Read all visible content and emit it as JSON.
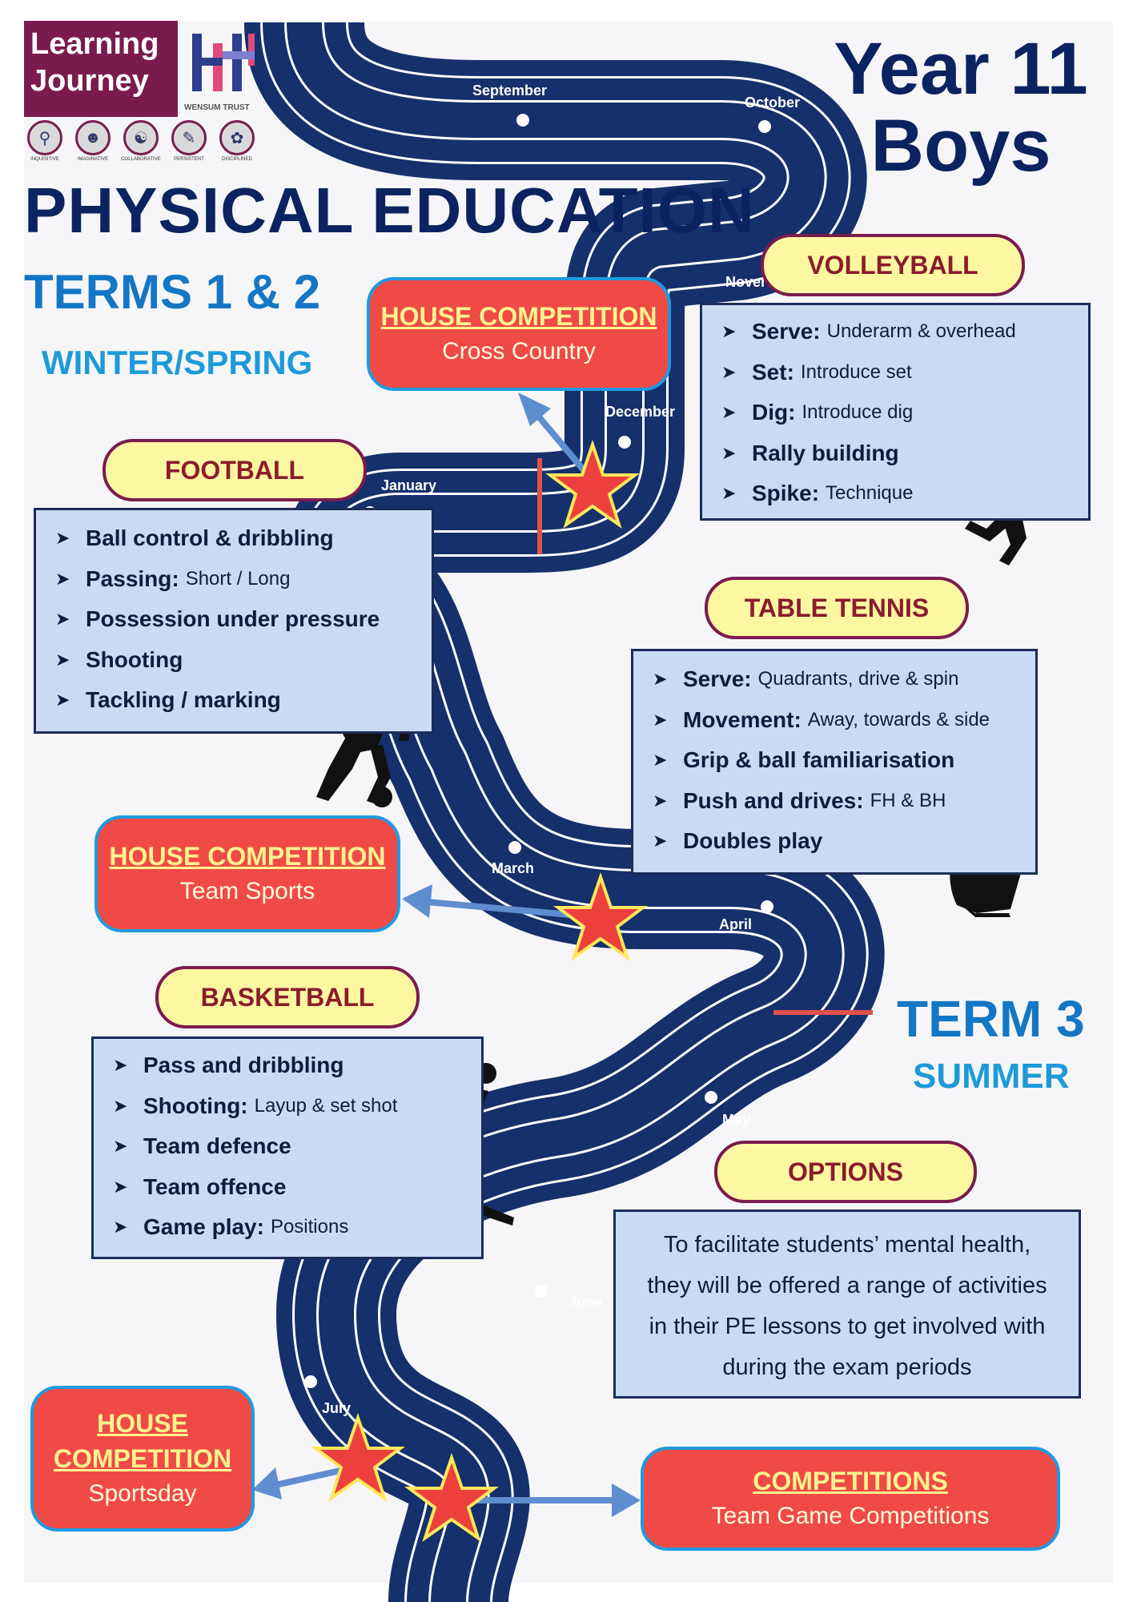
{
  "logo": {
    "line1": "Learning",
    "line2": "Journey",
    "trust": "WENSUM TRUST"
  },
  "values": [
    {
      "label": "INQUISITIVE",
      "icon": "magnifier-icon"
    },
    {
      "label": "IMAGINATIVE",
      "icon": "head-icon"
    },
    {
      "label": "COLLABORATIVE",
      "icon": "people-icon"
    },
    {
      "label": "PERSISTENT",
      "icon": "pencil-icon"
    },
    {
      "label": "DISCIPLINED",
      "icon": "brain-icon"
    }
  ],
  "header": {
    "year": "Year 11",
    "group": "Boys",
    "subject": "PHYSICAL EDUCATION",
    "terms": "TERMS 1 & 2",
    "season": "WINTER/SPRING"
  },
  "term3": {
    "title": "TERM 3",
    "season": "SUMMER"
  },
  "months": [
    "September",
    "October",
    "November",
    "December",
    "January",
    "March",
    "April",
    "May",
    "June",
    "July"
  ],
  "volleyball": {
    "title": "VOLLEYBALL",
    "items": [
      {
        "bold": "Serve:",
        "detail": "Underarm & overhead"
      },
      {
        "bold": "Set:",
        "detail": "Introduce set"
      },
      {
        "bold": "Dig:",
        "detail": "Introduce dig"
      },
      {
        "bold": "Rally building",
        "detail": ""
      },
      {
        "bold": "Spike:",
        "detail": "Technique"
      }
    ]
  },
  "football": {
    "title": "FOOTBALL",
    "items": [
      {
        "bold": "Ball control & dribbling",
        "detail": ""
      },
      {
        "bold": "Passing:",
        "detail": "Short / Long"
      },
      {
        "bold": "Possession under pressure",
        "detail": ""
      },
      {
        "bold": "Shooting",
        "detail": ""
      },
      {
        "bold": "Tackling / marking",
        "detail": ""
      }
    ]
  },
  "table_tennis": {
    "title": "TABLE TENNIS",
    "items": [
      {
        "bold": "Serve:",
        "detail": "Quadrants, drive & spin"
      },
      {
        "bold": "Movement:",
        "detail": "Away, towards & side"
      },
      {
        "bold": "Grip & ball familiarisation",
        "detail": ""
      },
      {
        "bold": "Push and drives:",
        "detail": "FH & BH"
      },
      {
        "bold": "Doubles play",
        "detail": ""
      }
    ]
  },
  "basketball": {
    "title": "BASKETBALL",
    "items": [
      {
        "bold": "Pass and dribbling",
        "detail": ""
      },
      {
        "bold": "Shooting:",
        "detail": "Layup & set shot"
      },
      {
        "bold": "Team defence",
        "detail": ""
      },
      {
        "bold": "Team offence",
        "detail": ""
      },
      {
        "bold": "Game play:",
        "detail": "Positions"
      }
    ]
  },
  "options": {
    "title": "OPTIONS",
    "lines": [
      "To facilitate students’ mental health,",
      "they will be offered a range of activities",
      "in their PE lessons to get involved with",
      "during the exam periods"
    ]
  },
  "competitions": {
    "cross_country": {
      "heading": "HOUSE COMPETITION",
      "sub": "Cross Country"
    },
    "team_sports": {
      "heading": "HOUSE COMPETITION",
      "sub": "Team Sports"
    },
    "sportsday": {
      "heading_line1": "HOUSE",
      "heading_line2": "COMPETITION",
      "sub": "Sportsday"
    },
    "team_games": {
      "heading": "COMPETITIONS",
      "sub": "Team Game Competitions"
    }
  },
  "colors": {
    "navy": "#0b2360",
    "road": "#15306b",
    "pill_fill": "#fdf7a1",
    "pill_border": "#7a1b4e",
    "box_fill": "#c9dbf2",
    "comp_fill": "#f04a46",
    "comp_border": "#1f9ae0",
    "accent_blue": "#1e9ad8"
  }
}
